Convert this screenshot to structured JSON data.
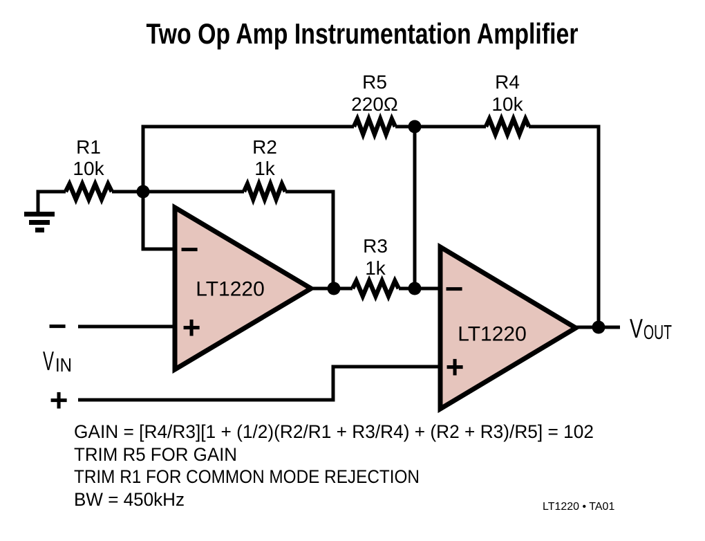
{
  "title": "Two Op Amp Instrumentation Amplifier",
  "colors": {
    "background": "#ffffff",
    "line": "#000000",
    "opamp_fill": "#e6c5bd"
  },
  "opamps": {
    "first": {
      "label": "LT1220"
    },
    "second": {
      "label": "LT1220"
    }
  },
  "pins": {
    "inverting": "−",
    "noninverting": "+"
  },
  "resistors": {
    "r1": {
      "ref": "R1",
      "value": "10k"
    },
    "r2": {
      "ref": "R2",
      "value": "1k"
    },
    "r3": {
      "ref": "R3",
      "value": "1k"
    },
    "r4": {
      "ref": "R4",
      "value": "10k"
    },
    "r5": {
      "ref": "R5",
      "value": "220Ω"
    }
  },
  "ports": {
    "vin": {
      "symbol": "V",
      "sub": "IN",
      "minus": "−",
      "plus": "+"
    },
    "vout": {
      "symbol": "V",
      "sub": "OUT"
    }
  },
  "notes": [
    "GAIN = [R4/R3][1 + (1/2)(R2/R1 + R3/R4) + (R2 + R3)/R5] = 102",
    "TRIM R5 FOR GAIN",
    "TRIM R1 FOR COMMON MODE REJECTION",
    "BW = 450kHz"
  ],
  "footer": "LT1220 • TA01"
}
